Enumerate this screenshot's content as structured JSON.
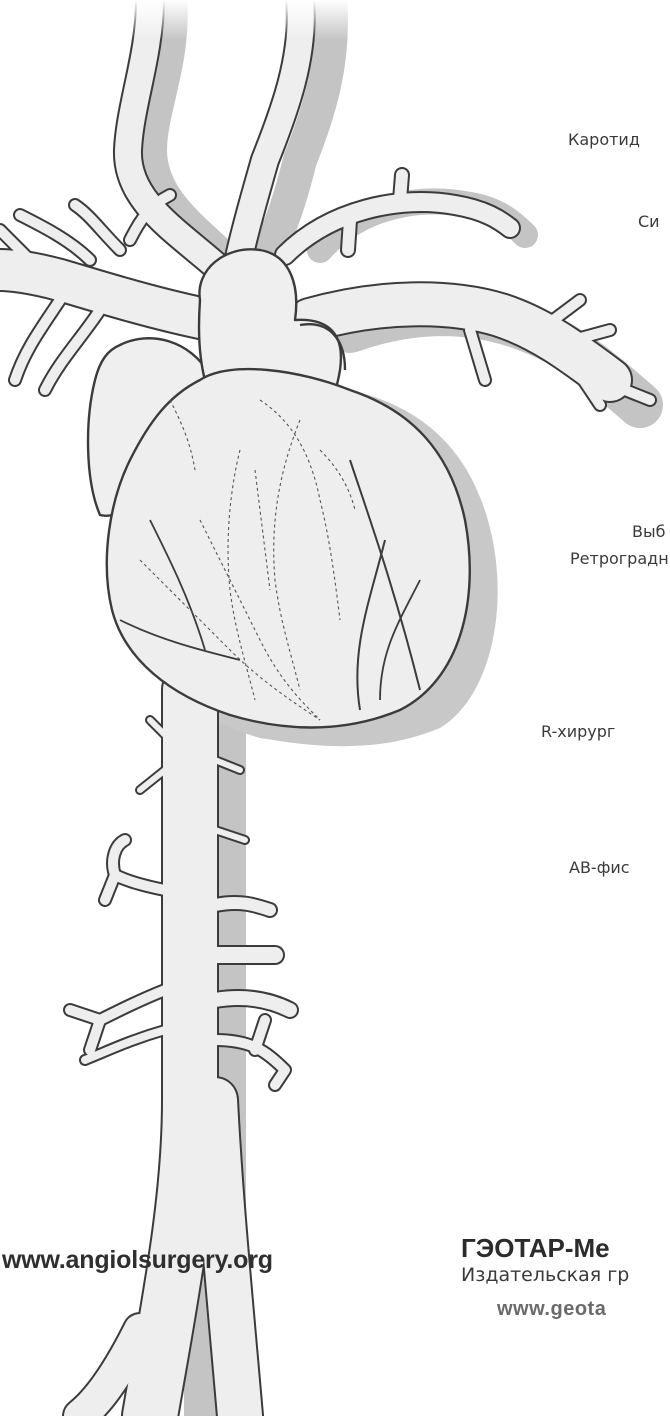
{
  "labels": {
    "carotid": "Каротид",
    "syn": "Си",
    "vyb": "Выб",
    "retro": "Ретроградн",
    "rsurg": "R-хирург",
    "avfist": "АВ-фис"
  },
  "footer": {
    "url_left": "www.angiolsurgery.org",
    "publisher_name": "ГЭОТАР-Ме",
    "publisher_sub": "Издательская гр",
    "url_right": "www.geota"
  },
  "colors": {
    "vessel_fill": "#eeeeee",
    "vessel_stroke": "#3b3b3b",
    "shadow": "#c4c4c4",
    "text": "#3a3a3a"
  }
}
